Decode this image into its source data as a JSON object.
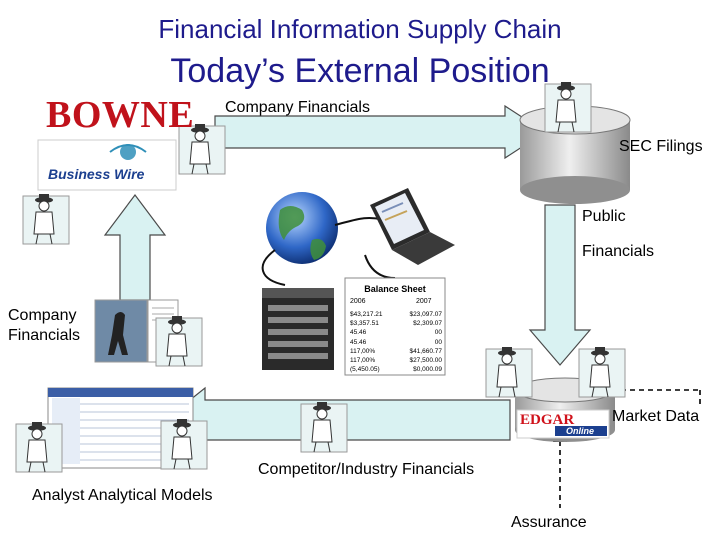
{
  "titles": {
    "line1": "Financial Information Supply Chain",
    "line2": "Today’s External Position"
  },
  "labels": {
    "company_financials_top": "Company Financials",
    "sec_filings": "SEC Filings",
    "public": "Public",
    "financials": "Financials",
    "company": "Company",
    "company_financials_left": "Financials",
    "market_data": "Market Data",
    "competitor_industry": "Competitor/Industry Financials",
    "analyst_models": "Analyst Analytical Models",
    "assurance": "Assurance"
  },
  "logos": {
    "bowne": "BOWNE",
    "business_wire": "Business Wire",
    "edgar": "EDGAR",
    "edgar_online": "Online"
  },
  "balance_sheet": {
    "title": "Balance Sheet",
    "col1": "2006",
    "col2": "2007",
    "rows": [
      [
        "$43,217.21",
        "$23,097.07"
      ],
      [
        "$3,357.51",
        "$2,309.07"
      ],
      [
        "45.46",
        "00"
      ],
      [
        "45.46",
        "00"
      ],
      [
        "117,00%",
        "$41,660.77"
      ],
      [
        "117,00%",
        "$27,500.00"
      ],
      [
        "(5,450.05)",
        "$0,000.09"
      ]
    ]
  },
  "colors": {
    "title": "#1e1b8c",
    "arrow_fill": "#d9f2f2",
    "arrow_stroke": "#4a4a4a",
    "bowne_red": "#c0121b",
    "edgar_red": "#d0121b",
    "db_fill": "#d8d8d8"
  }
}
